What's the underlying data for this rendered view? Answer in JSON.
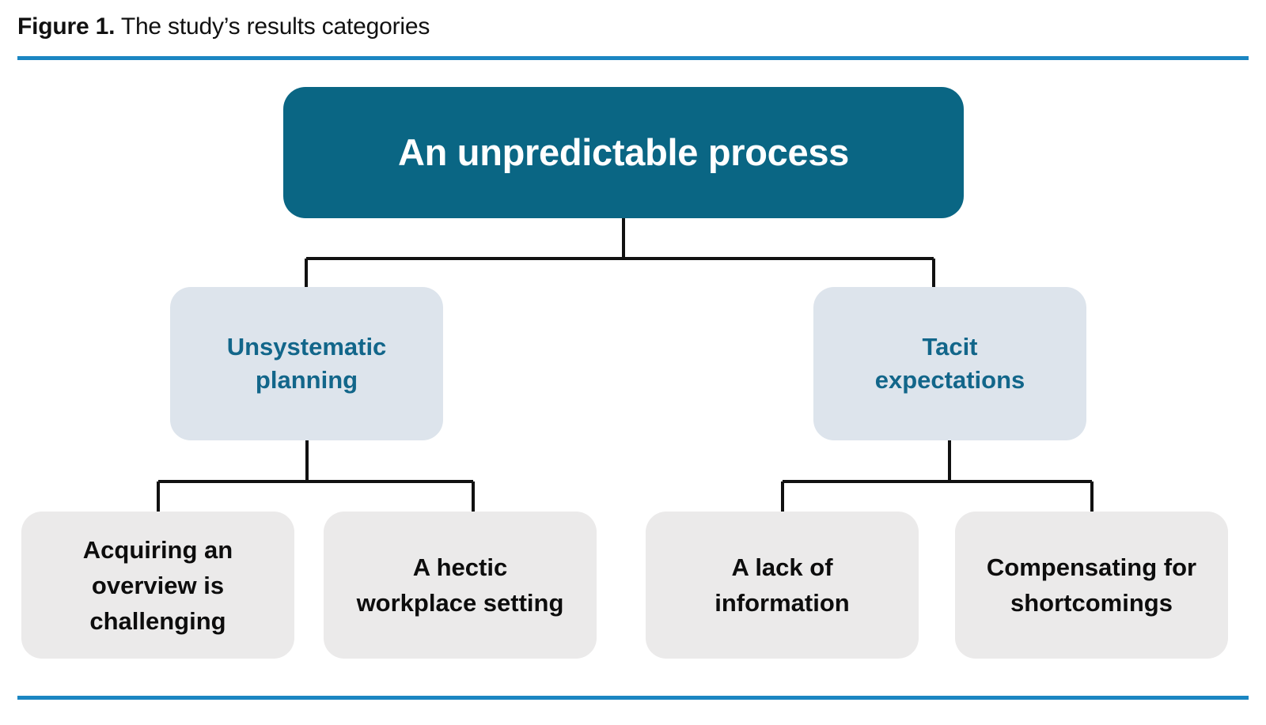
{
  "caption": {
    "label": "Figure 1.",
    "text": " The study’s results categories"
  },
  "colors": {
    "rule_blue": "#1b86c2",
    "root_fill": "#0a6684",
    "root_text": "#ffffff",
    "mid_fill": "#dde4ec",
    "mid_text": "#12668a",
    "leaf_fill": "#ebeaea",
    "leaf_text": "#0d0d0d",
    "connector": "#111111",
    "page_background": "#ffffff"
  },
  "diagram": {
    "type": "hierarchy-tree",
    "root": {
      "label": "An unpredictable process"
    },
    "branches": [
      {
        "label": "Unsystematic\nplanning",
        "children": [
          {
            "label": "Acquiring an\noverview is\nchallenging"
          },
          {
            "label": "A hectic\nworkplace setting"
          }
        ]
      },
      {
        "label": "Tacit\nexpectations",
        "children": [
          {
            "label": "A lack of\ninformation"
          },
          {
            "label": "Compensating for\nshortcomings"
          }
        ]
      }
    ]
  }
}
